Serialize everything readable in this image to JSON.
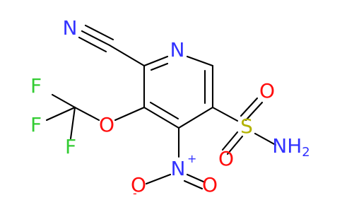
{
  "colors": {
    "bond": "#000000",
    "nitrogen": "#3333FF",
    "oxygen": "#FF0D0D",
    "fluorine": "#33CC33",
    "sulfur": "#B2B200",
    "background": "#FFFFFF"
  },
  "atoms": {
    "cyano_n": "N",
    "ring_n": "N",
    "ether_o": "O",
    "f_top": "F",
    "f_left": "F",
    "f_bottom": "F",
    "sulfur": "S",
    "so_top": "O",
    "so_bottom": "O",
    "amine": "NH",
    "amine_sub": "2",
    "nitro_n": "N",
    "nitro_n_charge": "+",
    "nitro_o1": "O",
    "nitro_o1_charge": "-",
    "nitro_o2": "O"
  }
}
